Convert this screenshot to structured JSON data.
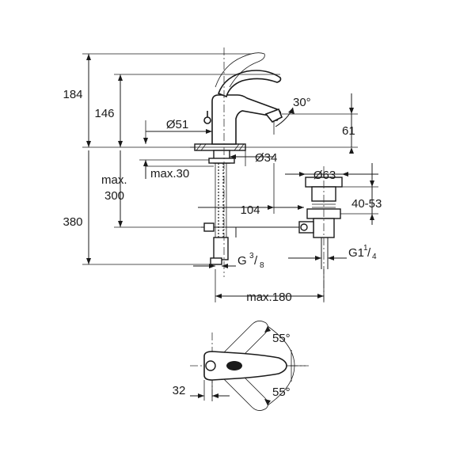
{
  "dimensions": {
    "total_height": "184",
    "spout_height": "146",
    "top_diameter": "Ø51",
    "spout_angle": "30°",
    "spout_reach": "61",
    "base_diameter": "Ø34",
    "max_deck_prefix": "max.",
    "max_deck": "max.30",
    "max_300_line1": "max.",
    "max_300_line2": "300",
    "waste_diameter": "Ø63",
    "waste_height": "40-53",
    "hose_offset": "104",
    "overall_height": "380",
    "supply_thread_base": "G",
    "supply_thread_num": "3",
    "supply_thread_den": "8",
    "waste_thread_base": "G1",
    "waste_thread_num": "1",
    "waste_thread_den": "4",
    "max_180": "max.180",
    "lever_angle_top": "55°",
    "lever_angle_bottom": "55°",
    "lever_offset": "32"
  }
}
